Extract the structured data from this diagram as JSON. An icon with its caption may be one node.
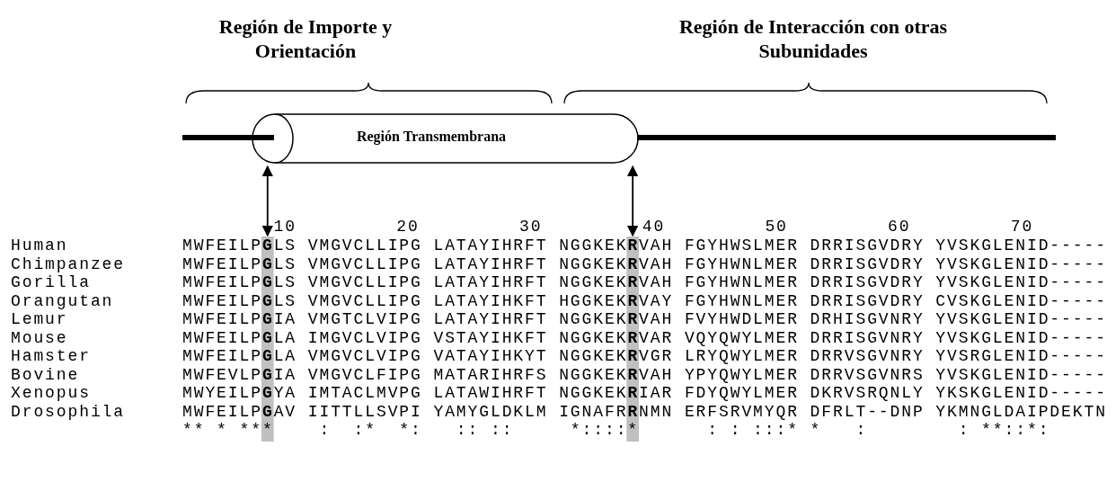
{
  "diagram": {
    "nodes": [
      {
        "text": [
          "Región Transmembrana"
        ]
      },
      {
        "text": [],
        "shape": "bar"
      },
      {
        "text": [],
        "shape": "bar"
      }
    ],
    "edges": [
      {
        "from": 0,
        "to": 1,
        "arrow": "both"
      },
      {
        "from": 0,
        "to": 2,
        "arrow": "both"
      }
    ],
    "labels": [
      "Región de Importe y Orientación",
      "Región de Interacción con otras Subunidades",
      "10",
      "20",
      "30",
      "40",
      "50",
      "60",
      "70",
      "Human",
      "MWFEILP**G**LS VMGVCLLIPG LATAYIHRFT NGGKEK**R**VAH FGYHWSLMER DRRISGVDRY YVSKGLENID-----",
      "Chimpanzee",
      "MWFEILP**G**LS VMGVCLLIPG LATAYIHRFT NGGKEK**R**VAH FGYHWNLMER DRRISGVDRY YVSKGLENID-----",
      "Gorilla",
      "MWFEILP**G**LS VMGVCLLIPG LATAYIHRFT NGGKEK**R**VAH FGYHWNLMER DRRISGVDRY YVSKGLENID-----",
      "Orangutan",
      "MWFEILP**G**LS VMGVCLLIPG LATAYIHKFT HGGKEK**R**VAY FGYHWNLMER DRRISGVDRY CVSKGLENID-----",
      "Lemur",
      "MWFEILP**G**IA VMGTCLVIPG LATAYIHRFT NGGKEK**R**VAH FVYHWDLMER DRHISGVNRY YVSKGLENID-----",
      "Mouse",
      "MWFEILP**G**LA IMGVCLVIPG VSTAYIHKFT NGGKEK**R**VAR VQYQWYLMER DRRISGVNRY YVSKGLENID-----",
      "Hamster",
      "MWFEILP**G**LA VMGVCLVIPG VATAYIHKYT NGGKEK**R**VGR LRYQWYLMER DRRVSGVNRY YVSRGLENID-----",
      "Bovine",
      "MWFEVLP**G**IA VMGVCLFIPG MATARIHRFS NGGKEK**R**VAH YPYQWYLMER DRRVSGVNRS YVSKGLENID-----",
      "Xenopus",
      "MWYEILP**G**YA IMTACLMVPG LATAWIHRFT NGGKEK**R**IAR FDYQWYLMER DKRVSRQNLY YKSKGLENID-----",
      "Drosophila",
      "MWFEILP**G**AV IITTLLSVPI YAMYGLDKLM IGNAFR**R**NMN ERFSRVMYQR DFRLT--DNP YKMNGLDAIPDEKTN",
      "** * ***    :  :*  *:   :: ::     *::::*      : : :::* *   :        : **::*:"
    ]
  }
}
